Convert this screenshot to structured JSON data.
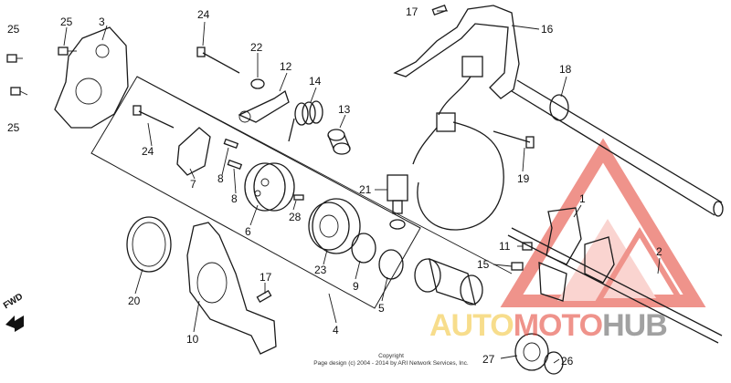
{
  "diagram": {
    "callouts": [
      "1",
      "2",
      "3",
      "4",
      "5",
      "6",
      "7",
      "8",
      "8",
      "9",
      "10",
      "11",
      "12",
      "13",
      "14",
      "15",
      "16",
      "17",
      "17",
      "18",
      "19",
      "20",
      "21",
      "22",
      "23",
      "24",
      "24",
      "25",
      "25",
      "25",
      "26",
      "27",
      "28"
    ],
    "fwd_label": "FWD",
    "copyright_line1": "Copyright",
    "copyright_line2": "Page design (c) 2004 - 2014 by ARI Network Services, Inc.",
    "watermark": {
      "part1": "AUTO",
      "part2": "MOTO",
      "part3": "HUB"
    },
    "colors": {
      "line": "#1a1a1a",
      "watermark_red": "#e23b2e",
      "watermark_yellow": "#f2c230",
      "watermark_gray": "#555555"
    }
  }
}
